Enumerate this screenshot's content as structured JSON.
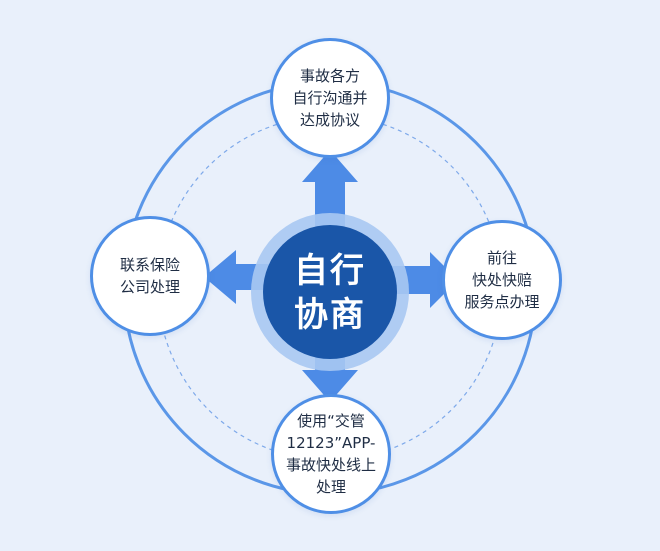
{
  "center": {
    "line1": "自行",
    "line2": "协商"
  },
  "options": {
    "top": [
      "事故各方",
      "自行沟通并",
      "达成协议"
    ],
    "right": [
      "前往",
      "快处快赔",
      "服务点办理"
    ],
    "left": [
      "联系保险",
      "公司处理"
    ],
    "bottom": [
      "使用“交管",
      "12123”APP-",
      "事故快处线上",
      "处理"
    ]
  },
  "colors": {
    "background": "#e9f0fb",
    "ring": "#5b97e8",
    "arrow": "#4d8be6",
    "center_fill": "#1a56a8",
    "center_halo": "#a9c8f2",
    "node_border": "#4f8fe6"
  }
}
